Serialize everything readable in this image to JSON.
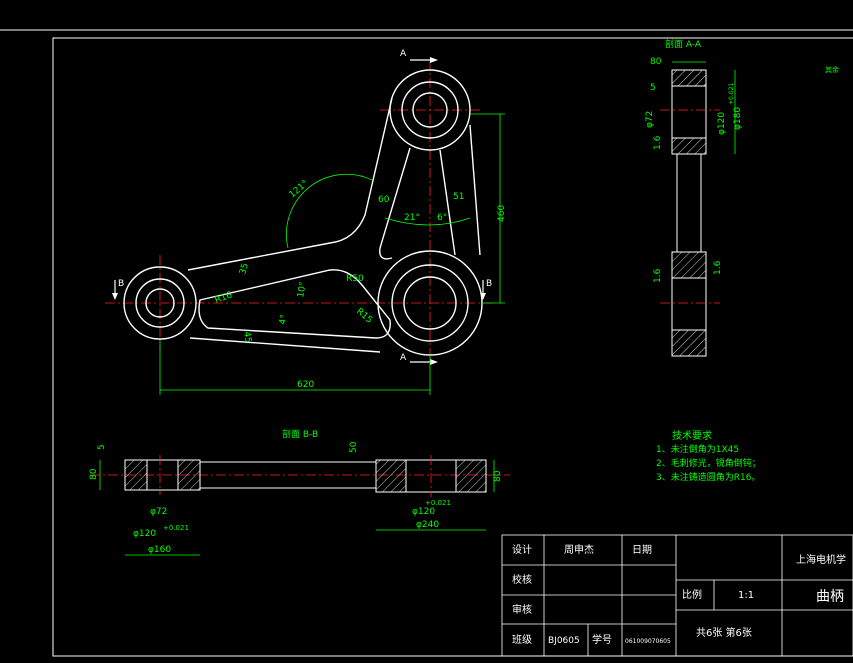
{
  "main_view": {
    "section_mark_a": "A",
    "section_mark_b": "B",
    "dims": {
      "angle_121": "121°",
      "r60": "60",
      "r51": "51",
      "angle_21": "21°",
      "angle_6": "6°",
      "h460": "460",
      "r35": "35",
      "r50": "R50",
      "r16_left": "R16",
      "angle_10": "10°",
      "angle_4": "4°",
      "r15": "R15",
      "t45": "45",
      "l620": "620"
    }
  },
  "section_aa": {
    "title": "剖面 A-A",
    "dims": {
      "d80": "80",
      "d5": "5",
      "phi72": "φ72",
      "phi120": "φ120",
      "tol": "+0.021",
      "phi180": "φ180",
      "r16a": "1.6",
      "r16b": "1.6",
      "r16c": "1.6"
    },
    "note_right": "其余"
  },
  "section_bb": {
    "title": "剖面 B-B",
    "dims": {
      "h80": "80",
      "d5": "5",
      "phi72": "φ72",
      "phi120": "φ120",
      "tol_left": "+0.021",
      "phi160": "φ160",
      "h50": "50",
      "h80r": "80",
      "phi120r": "φ120",
      "tol_right": "+0.021",
      "phi240": "φ240"
    }
  },
  "tech_req": {
    "title": "技术要求",
    "items": [
      "1、未注倒角为1X45",
      "2、毛刺修光，锐角倒钝；",
      "3、未注铸造圆角为R16。"
    ]
  },
  "title_block": {
    "design_label": "设计",
    "designer": "周申杰",
    "date_label": "日期",
    "check_label": "校核",
    "review_label": "审核",
    "class_label": "班级",
    "class_value": "BJ0605",
    "id_label": "学号",
    "id_value": "061009070605",
    "school": "上海电机学",
    "scale_label": "比例",
    "scale_value": "1:1",
    "part_name": "曲柄",
    "sheets": "共6张  第6张"
  }
}
